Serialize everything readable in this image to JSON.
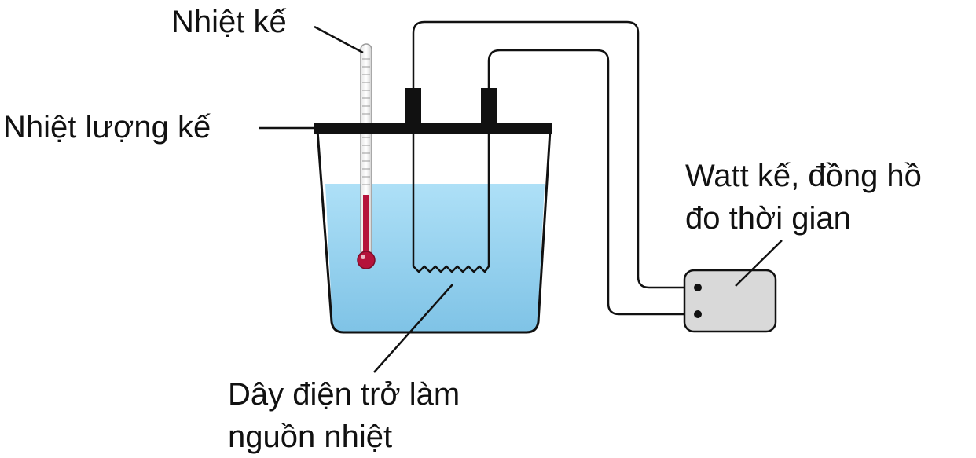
{
  "labels": {
    "thermometer": "Nhiệt kế",
    "calorimeter": "Nhiệt lượng kế",
    "meter_line1": "Watt kế, đồng hồ",
    "meter_line2": "đo thời gian",
    "resistor_line1": "Dây điện trở làm",
    "resistor_line2": "nguồn nhiệt"
  },
  "colors": {
    "water_top": "#aee0f7",
    "water_bottom": "#7fc3e6",
    "thermometer_liquid": "#b5123a",
    "meter_box": "#d9d9d9",
    "lid": "#111111",
    "wire": "#111111"
  }
}
